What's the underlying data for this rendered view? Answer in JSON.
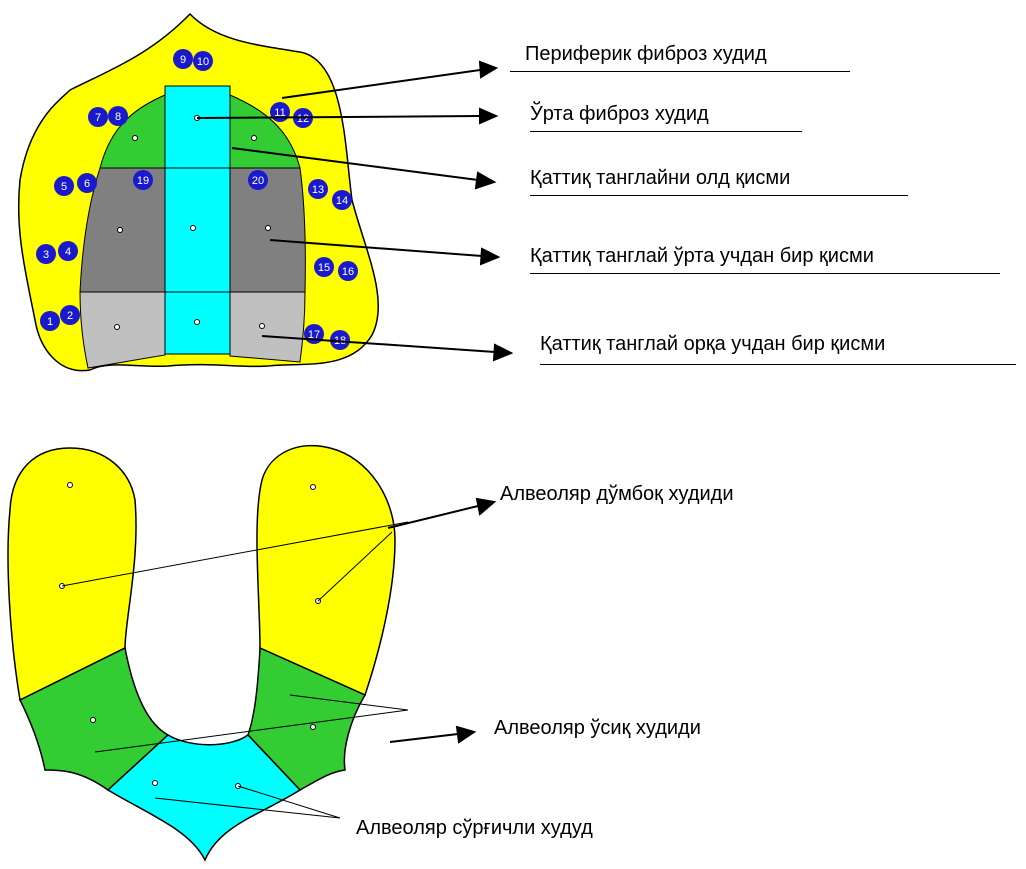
{
  "colors": {
    "peripheral": "#ffff00",
    "middle": "#00ffff",
    "anterior": "#33cc33",
    "middle_third": "#808080",
    "posterior": "#c0c0c0",
    "marker": "#1a1acc",
    "outline": "#000000"
  },
  "upper_labels": {
    "peripheral_fibrous": "Периферик фиброз худид",
    "middle_fibrous": "Ўрта фиброз худид",
    "hard_palate_anterior": "Қаттиқ танглайни олд қисми",
    "hard_palate_middle_third": "Қаттиқ танглай ўрта учдан бир қисми",
    "hard_palate_posterior_third": "Қаттиқ танглай орқа учдан бир қисми"
  },
  "lower_labels": {
    "alveolar_tubercle": "Алвеоляр дўмбоқ худиди",
    "alveolar_process": "Алвеоляр ўсиқ худиди",
    "alveolar_papillary": "Алвеоляр сўрғичли худуд"
  },
  "point_numbers": [
    "1",
    "2",
    "3",
    "4",
    "5",
    "6",
    "7",
    "8",
    "9",
    "10",
    "11",
    "12",
    "13",
    "14",
    "15",
    "16",
    "17",
    "18",
    "19",
    "20"
  ]
}
